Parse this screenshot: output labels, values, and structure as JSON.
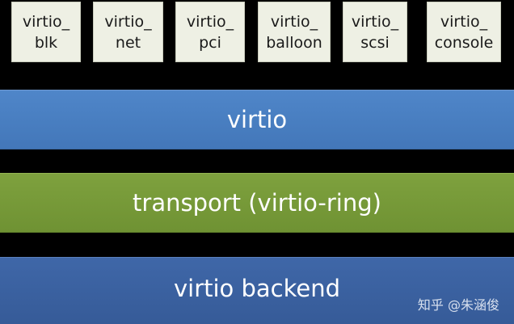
{
  "drivers": [
    {
      "line1": "virtio_",
      "line2": "blk"
    },
    {
      "line1": "virtio_",
      "line2": "net"
    },
    {
      "line1": "virtio_",
      "line2": "pci"
    },
    {
      "line1": "virtio_",
      "line2": "balloon"
    },
    {
      "line1": "virtio_",
      "line2": "scsi"
    },
    {
      "line1": "virtio_",
      "line2": "console"
    }
  ],
  "layers": {
    "virtio": "virtio",
    "transport": "transport (virtio-ring)",
    "backend": "virtio backend"
  },
  "watermark": "知乎 @朱涵俊",
  "colors": {
    "background": "#000000",
    "driver_box": "#eef0e4",
    "virtio_layer": "#4a80c2",
    "transport_layer": "#789b3a",
    "backend_layer": "#3b62a1"
  }
}
